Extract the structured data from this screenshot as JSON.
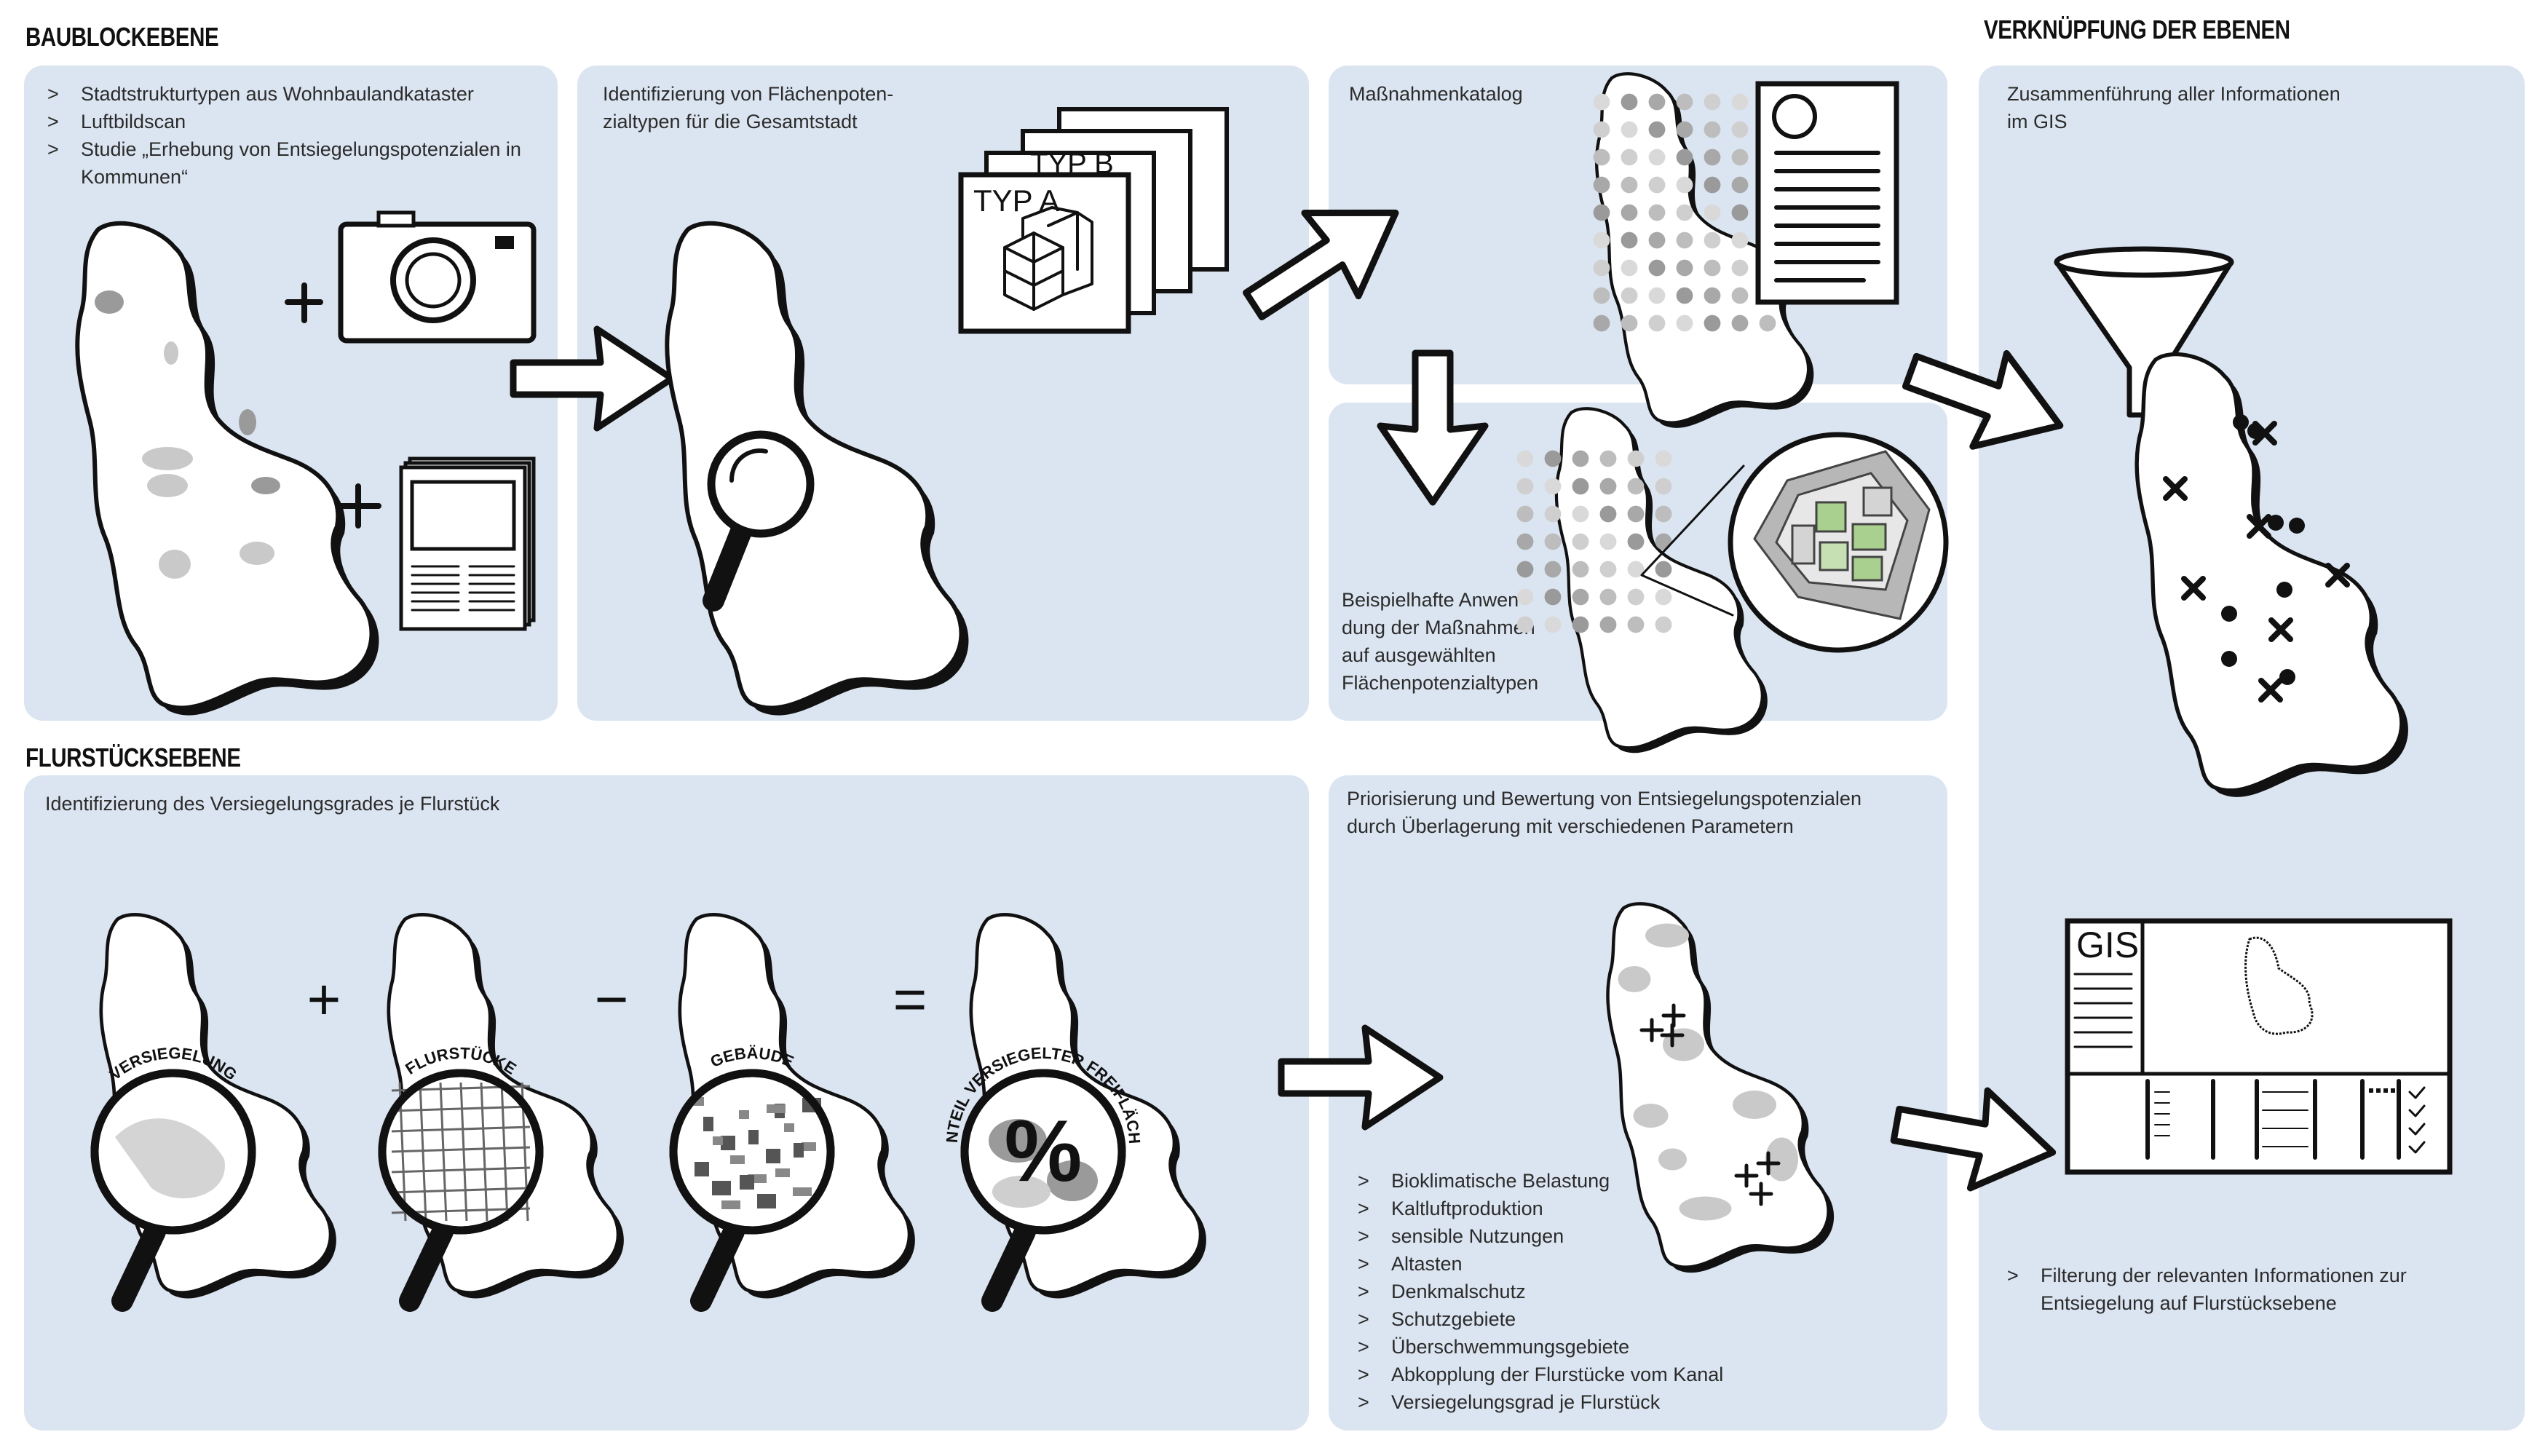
{
  "headings": {
    "baublock": "BAUBLOCKEBENE",
    "flurstueck": "FLURSTÜCKSEBENE",
    "verknuepfung": "VERKNÜPFUNG DER EBENEN"
  },
  "panel1": {
    "bullets": [
      "Stadtstrukturtypen aus Wohnbaulandkataster",
      "Luftbildscan",
      "Studie „Erhebung von Entsiegelungspotenzialen in Kommunen“"
    ]
  },
  "panel2": {
    "text": "Identifizierung von Flächenpoten-\nzialtypen für die Gesamtstadt",
    "card_a": "TYP A",
    "card_b": "TYP B"
  },
  "panel3": {
    "text": "Maßnahmenkatalog"
  },
  "panel4": {
    "text": "Beispielhafte Anwen-\ndung der Maßnahmen\nauf ausgewählten\nFlächenpotenzialtypen"
  },
  "panel5": {
    "text": "Identifizierung des Versiegelungsgrades je Flurstück",
    "lens_labels": [
      "VERSIEGELUNG",
      "FLURSTÜCKE",
      "GEBÄUDE",
      "ANTEIL VERSIEGELTER FREIFLÄCHE"
    ],
    "operators": [
      "+",
      "−",
      "="
    ],
    "percent": "%"
  },
  "panel6": {
    "text": "Priorisierung und Bewertung von Entsiegelungspotenzialen\ndurch Überlagerung mit verschiedenen Parametern",
    "bullets": [
      "Bioklimatische Belastung",
      "Kaltluftproduktion",
      "sensible Nutzungen",
      "Altasten",
      "Denkmalschutz",
      "Schutzgebiete",
      "Überschwemmungsgebiete",
      "Abkopplung der Flurstücke vom Kanal",
      "Versiegelungsgrad je Flurstück"
    ]
  },
  "panel7": {
    "text": "Zusammenführung aller Informationen\nim GIS",
    "gis_label": "GIS",
    "bullets": [
      "Filterung der relevanten Informationen zur Entsiegelung auf Flurstücksebene"
    ]
  },
  "colors": {
    "panel": "#dbe5f1",
    "ink": "#111111",
    "blob_light": "#c9c9c9",
    "blob_dark": "#9a9a9a",
    "green": "#a9d08e"
  }
}
